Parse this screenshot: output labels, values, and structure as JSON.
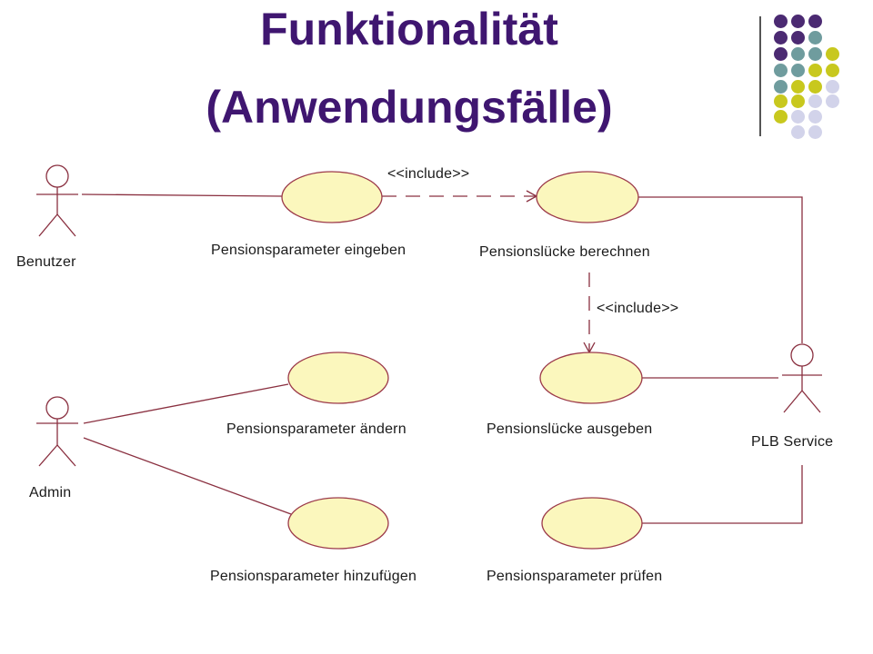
{
  "slide": {
    "title_line1": "Funktionalität",
    "title_line2": "(Anwendungsfälle)"
  },
  "colors": {
    "title": "#3f1670",
    "deco_purple": "#4b2a72",
    "deco_teal": "#6f9c9e",
    "deco_olive": "#c8c81e",
    "deco_lavender": "#d2d3ea",
    "usecase_fill": "#fbf7bd",
    "usecase_stroke": "#9c3a4a",
    "line": "#8a3040"
  },
  "diagram": {
    "actors": {
      "benutzer": "Benutzer",
      "admin": "Admin",
      "plb_service": "PLB Service"
    },
    "use_cases": {
      "eingeben": "Pensionsparameter eingeben",
      "berechnen": "Pensionslücke berechnen",
      "aendern": "Pensionsparameter ändern",
      "ausgeben": "Pensionslücke ausgeben",
      "hinzufuegen": "Pensionsparameter hinzufügen",
      "pruefen": "Pensionsparameter prüfen"
    },
    "relations": {
      "include_1": "<<include>>",
      "include_2": "<<include>>"
    }
  }
}
